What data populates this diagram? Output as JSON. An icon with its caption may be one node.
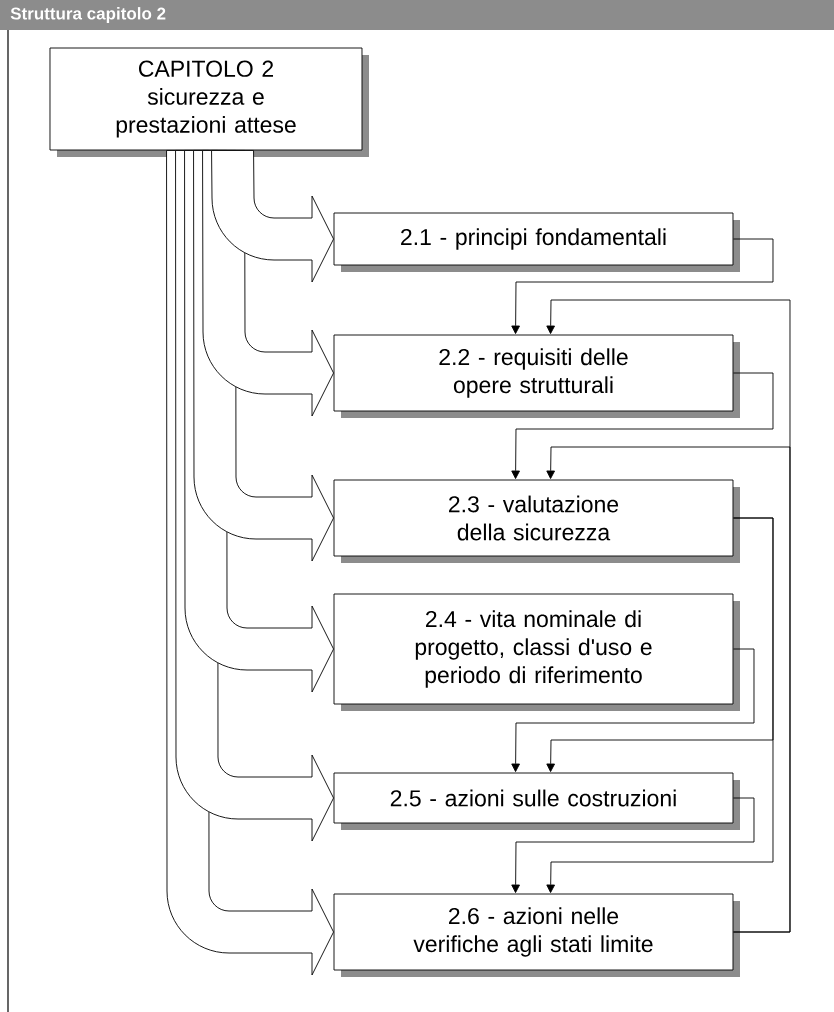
{
  "diagram": {
    "title": "Struttura capitolo 2",
    "nodes": [
      {
        "text": [
          "CAPITOLO 2",
          "sicurezza e prestazioni attese"
        ]
      },
      {
        "text": [
          "2.1 - principi fondamentali"
        ]
      },
      {
        "text": [
          "2.2 - requisiti delle opere strutturali"
        ]
      },
      {
        "text": [
          "2.3 - valutazione della sicurezza"
        ]
      },
      {
        "text": [
          "2.4 - vita nominale di progetto, classi d'uso e periodo di riferimento"
        ]
      },
      {
        "text": [
          "2.5 - azioni sulle costruzioni"
        ]
      },
      {
        "text": [
          "2.6 - azioni nelle verifiche agli stati limite"
        ]
      }
    ],
    "edges": [
      {
        "from": 0,
        "to": 1,
        "arrow": "to",
        "style": "thick"
      },
      {
        "from": 0,
        "to": 2,
        "arrow": "to",
        "style": "thick"
      },
      {
        "from": 0,
        "to": 3,
        "arrow": "to",
        "style": "thick"
      },
      {
        "from": 0,
        "to": 4,
        "arrow": "to",
        "style": "thick"
      },
      {
        "from": 0,
        "to": 5,
        "arrow": "to",
        "style": "thick"
      },
      {
        "from": 0,
        "to": 6,
        "arrow": "to",
        "style": "thick"
      },
      {
        "from": 1,
        "to": 2,
        "arrow": "to"
      },
      {
        "from": 2,
        "to": 3,
        "arrow": "to"
      },
      {
        "from": 4,
        "to": 5,
        "arrow": "to"
      },
      {
        "from": 5,
        "to": 6,
        "arrow": "to"
      },
      {
        "from": 6,
        "to": 2,
        "arrow": "to"
      },
      {
        "from": 6,
        "to": 3,
        "arrow": "to"
      },
      {
        "from": 3,
        "to": 5,
        "arrow": "to"
      },
      {
        "from": 3,
        "to": 6,
        "arrow": "to"
      }
    ]
  }
}
